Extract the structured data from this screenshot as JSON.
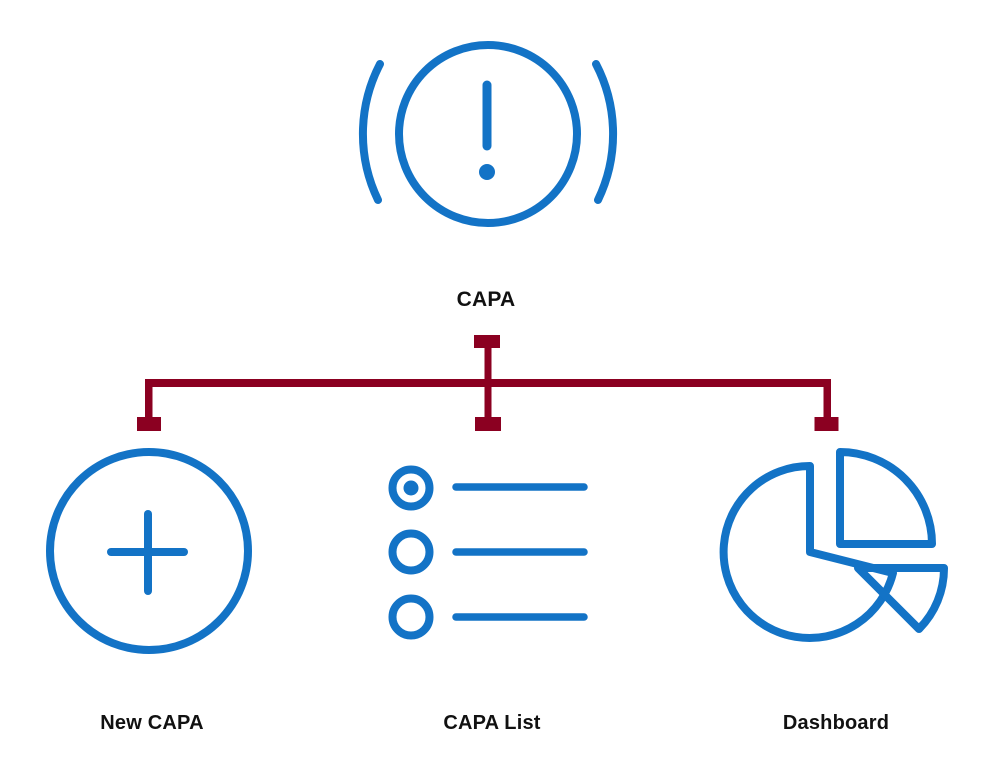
{
  "diagram": {
    "root": {
      "id": "capa",
      "label": "CAPA",
      "icon": "alert-circle-icon"
    },
    "children": [
      {
        "id": "new-capa",
        "label": "New CAPA",
        "icon": "add-circle-icon"
      },
      {
        "id": "capa-list",
        "label": "CAPA List",
        "icon": "radio-list-icon"
      },
      {
        "id": "dashboard",
        "label": "Dashboard",
        "icon": "pie-chart-icon"
      }
    ]
  },
  "colors": {
    "icon_blue": "#1373C6",
    "connector_maroon": "#8B0021",
    "label_text": "#111111",
    "background": "#ffffff"
  }
}
